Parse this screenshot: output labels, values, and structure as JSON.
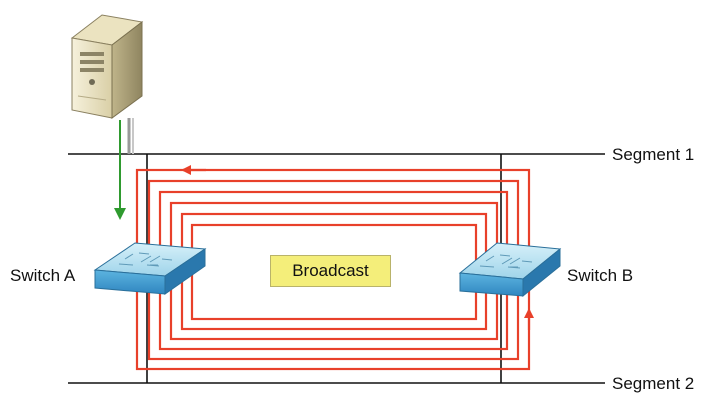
{
  "labels": {
    "segment1": "Segment 1",
    "segment2": "Segment 2",
    "switch_a": "Switch A",
    "switch_b": "Switch B",
    "broadcast": "Broadcast"
  },
  "icons": {
    "server": "server-tower-icon",
    "switch_a": "network-switch-icon",
    "switch_b": "network-switch-icon"
  },
  "colors": {
    "loop": "#e8402a",
    "server_link": "#2f9a2f",
    "segment_line": "#111111",
    "switch_top": "#a9dbee",
    "switch_side": "#3a9ad0",
    "broadcast_fill": "#f4ee7a"
  }
}
